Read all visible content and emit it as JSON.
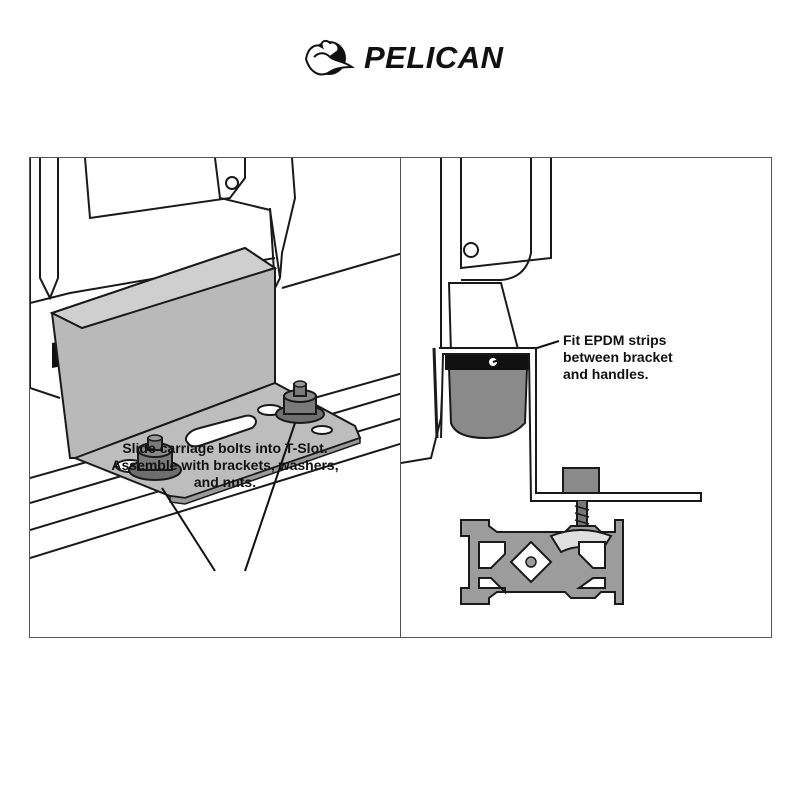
{
  "brand": {
    "name": "PELICAN",
    "logo_icon": "pelican-bird-icon"
  },
  "left_panel": {
    "caption_lines": [
      "Slide carriage bolts into T-Slot.",
      "Assemble with brackets, washers,",
      "and nuts."
    ]
  },
  "right_panel": {
    "caption_lines": [
      "Fit EPDM strips",
      "between bracket",
      "and handles."
    ]
  },
  "colors": {
    "bracket_gray": "#b9b9b9",
    "dark_hardware": "#6e6e6e",
    "strip_black": "#111111",
    "outline": "#1a1a1a"
  }
}
